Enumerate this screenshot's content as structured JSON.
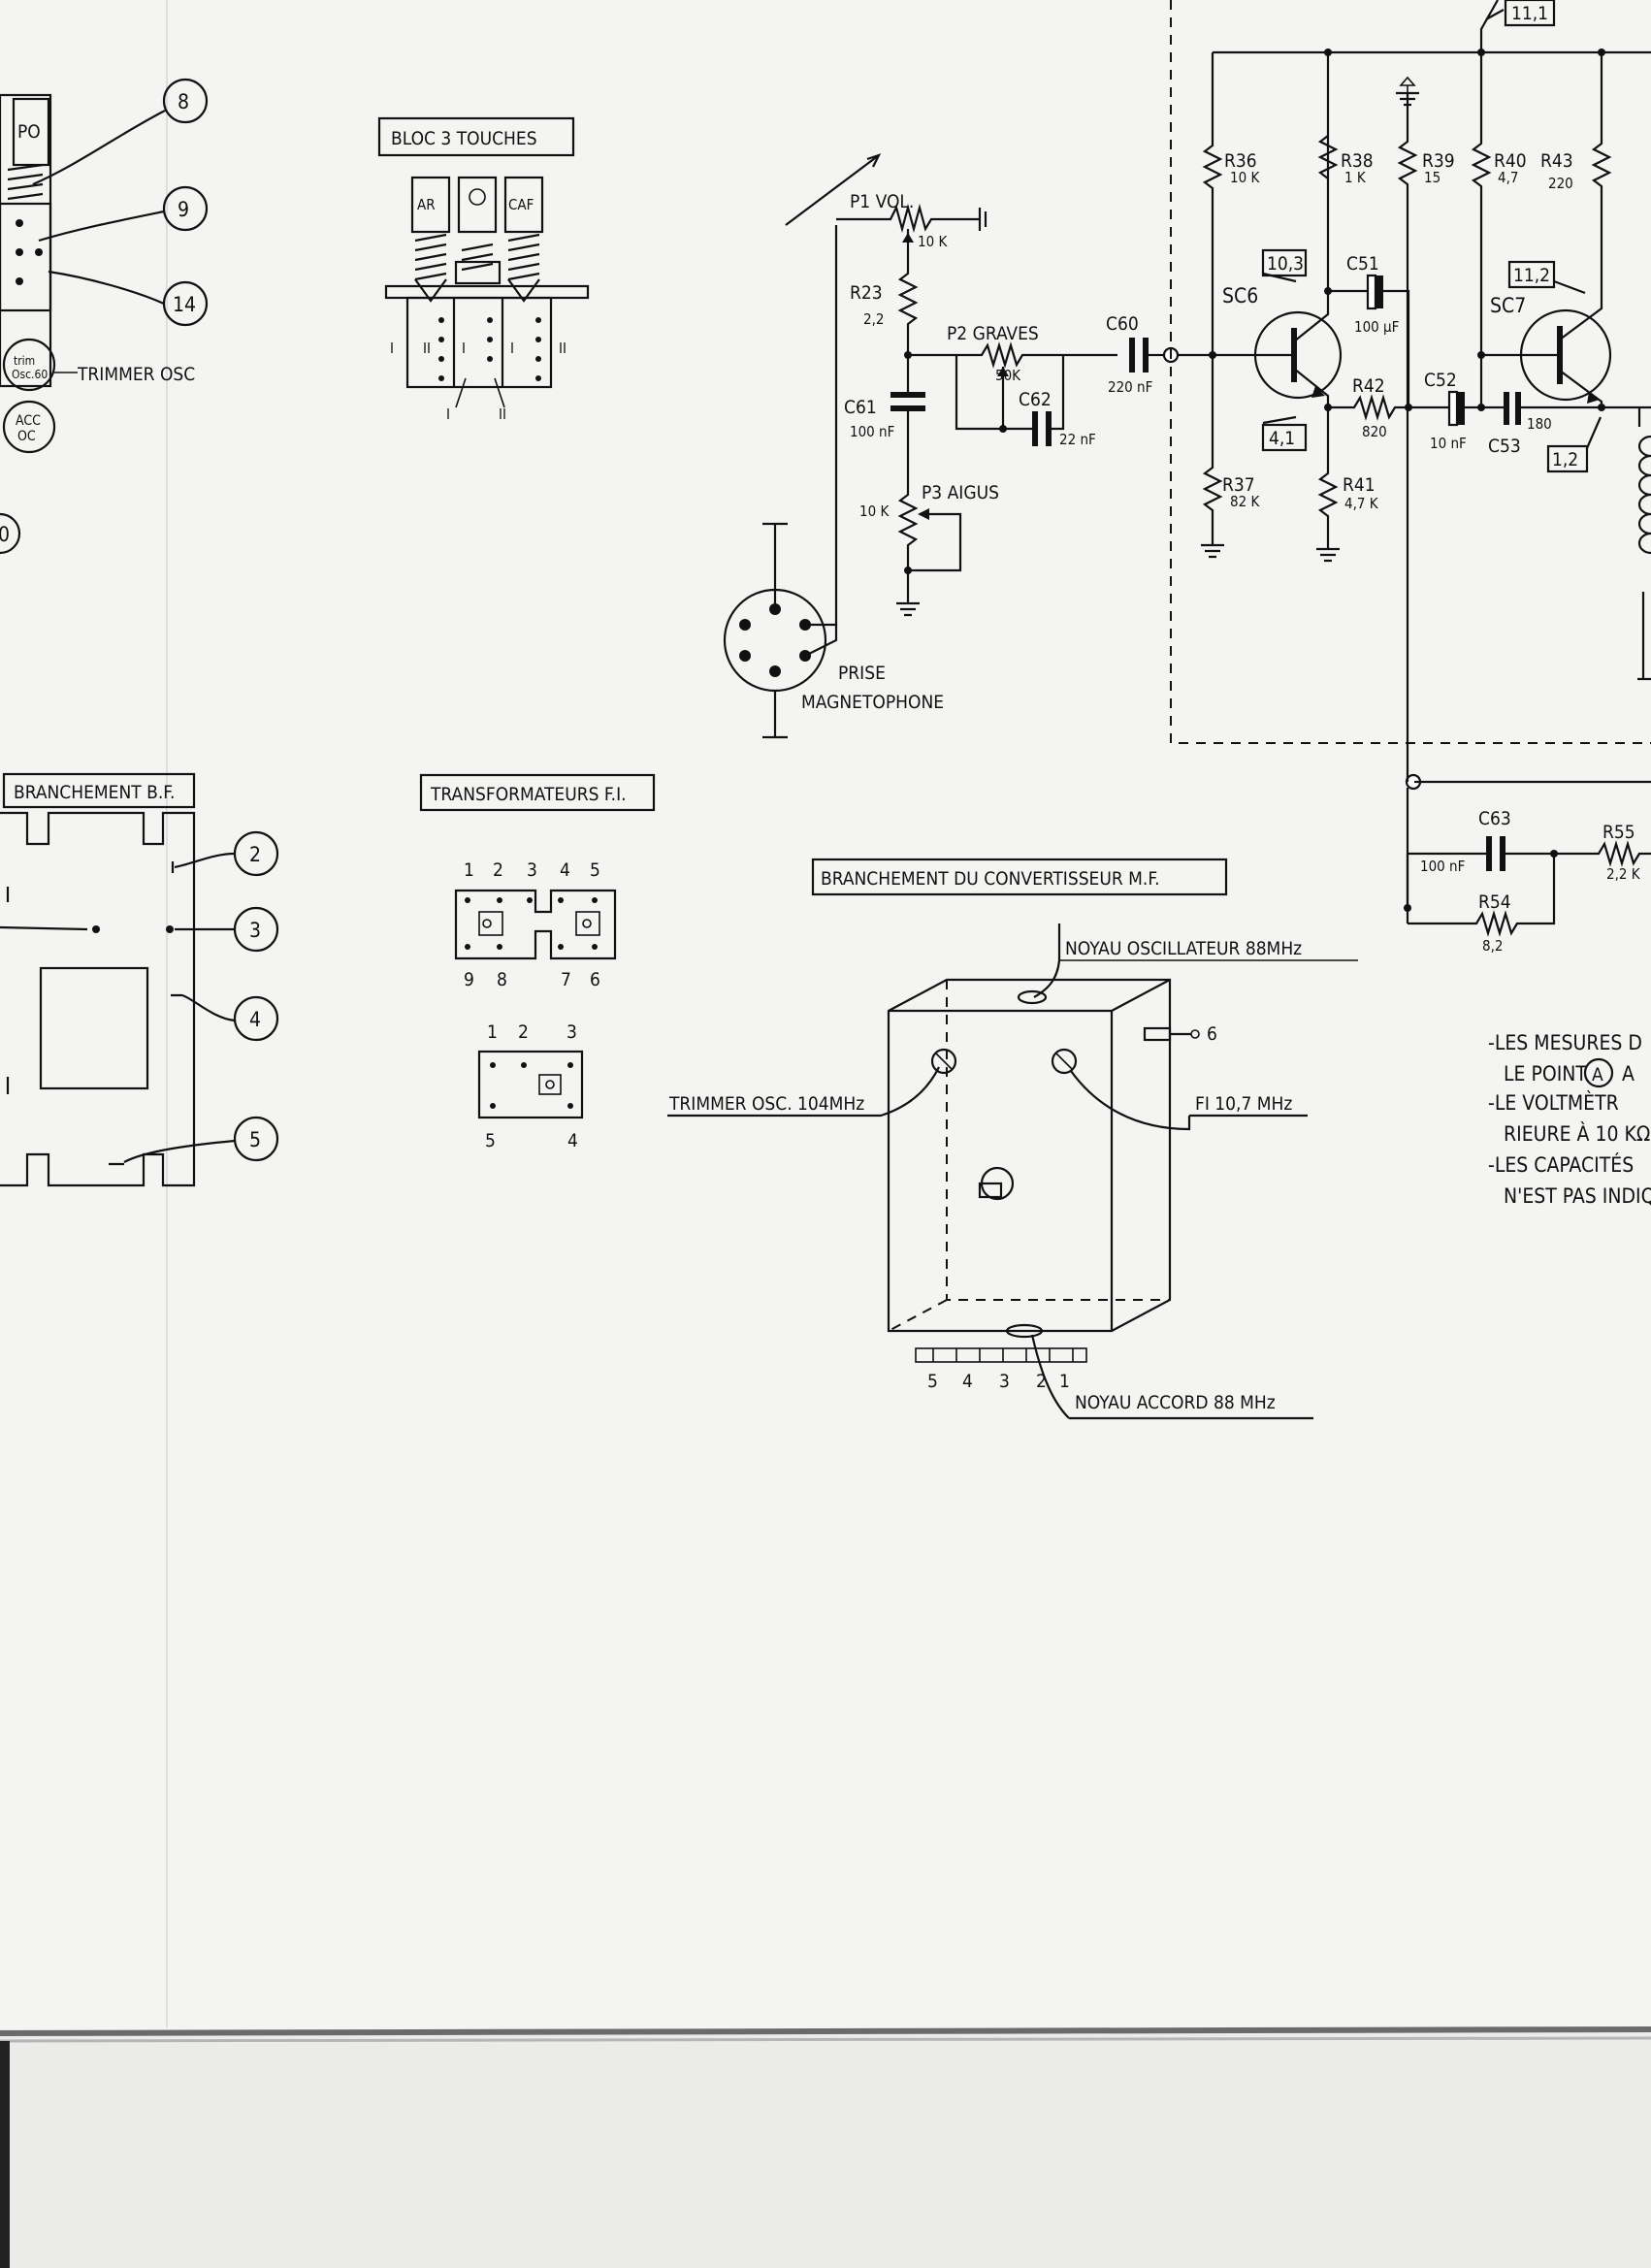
{
  "left_panel": {
    "switch_label": "PO",
    "trimmer_badge": "trim OSC 60",
    "acc_badge": "ACC OC",
    "trimmer_osc": "TRIMMER OSC",
    "callouts": [
      "8",
      "9",
      "14",
      "0"
    ]
  },
  "bloc": {
    "title": "BLOC 3 TOUCHES",
    "keys": [
      "AR",
      "",
      "CAF"
    ],
    "roman": [
      "I",
      "II",
      "I",
      "II",
      "I",
      "II"
    ]
  },
  "bf": {
    "title": "BRANCHEMENT B.F.",
    "pins": [
      "2",
      "3",
      "4",
      "5"
    ]
  },
  "fi": {
    "title": "TRANSFORMATEURS F.I.",
    "top_numbers": [
      "1",
      "2",
      "3",
      "4",
      "5"
    ],
    "bottom_numbers": [
      "9",
      "8",
      "7",
      "6"
    ],
    "small_top": [
      "1",
      "2",
      "3"
    ],
    "small_bottom": [
      "5",
      "4"
    ]
  },
  "convertisseur": {
    "title": "BRANCHEMENT DU CONVERTISSEUR M.F.",
    "noyau_osc": "NOYAU OSCILLATEUR 88MHz",
    "trimmer": "TRIMMER OSC. 104MHz",
    "fi": "FI 10,7 MHz",
    "pin6": "6",
    "noyau_accord": "NOYAU ACCORD 88 MHz",
    "pins": [
      "5",
      "4",
      "3",
      "2",
      "1"
    ]
  },
  "schematic": {
    "p1": "P1 VOL.",
    "p1_val": "10 K",
    "r23": "R23",
    "r23_val": "2,2",
    "p2": "P2 GRAVES",
    "p2_val": "50K",
    "c62": "C62",
    "c62_val": "22 nF",
    "c60": "C60",
    "c60_val": "220 nF",
    "c61": "C61",
    "c61_val": "100 nF",
    "p3": "P3 AIGUS",
    "p3_val": "10 K",
    "prise1": "PRISE",
    "prise2": "MAGNETOPHONE",
    "r36": "R36",
    "r36_val": "10 K",
    "r37": "R37",
    "r37_val": "82 K",
    "r38": "R38",
    "r38_val": "1 K",
    "r39": "R39",
    "r39_val": "15",
    "r40": "R40",
    "r40_val": "4,7",
    "r43": "R43",
    "r43_val": "220",
    "r41": "R41",
    "r41_val": "4,7 K",
    "r42": "R42",
    "r42_val": "820",
    "c51": "C51",
    "c51_val": "100 µF",
    "c52": "C52",
    "c52_val": "10 nF",
    "c53": "C53",
    "c53_val": "180",
    "sc6": "SC6",
    "sc7": "SC7",
    "v_sc6_base": "10,3",
    "v_sc6_emit": "4,1",
    "v_sc7_base": "11,2",
    "v_sc7_emit": "1,2",
    "v_top": "11,1",
    "c63": "C63",
    "c63_val": "100 nF",
    "r55": "R55",
    "r55_val": "2,2 K",
    "r54": "R54",
    "r54_val": "8,2"
  },
  "notes": [
    "-LES MESURES D",
    "LE POINT",
    "A",
    "-LE VOLTMÈTR",
    "RIEURE À 10 KΩ",
    "-LES CAPACITÉS",
    "N'EST PAS INDIQ"
  ]
}
